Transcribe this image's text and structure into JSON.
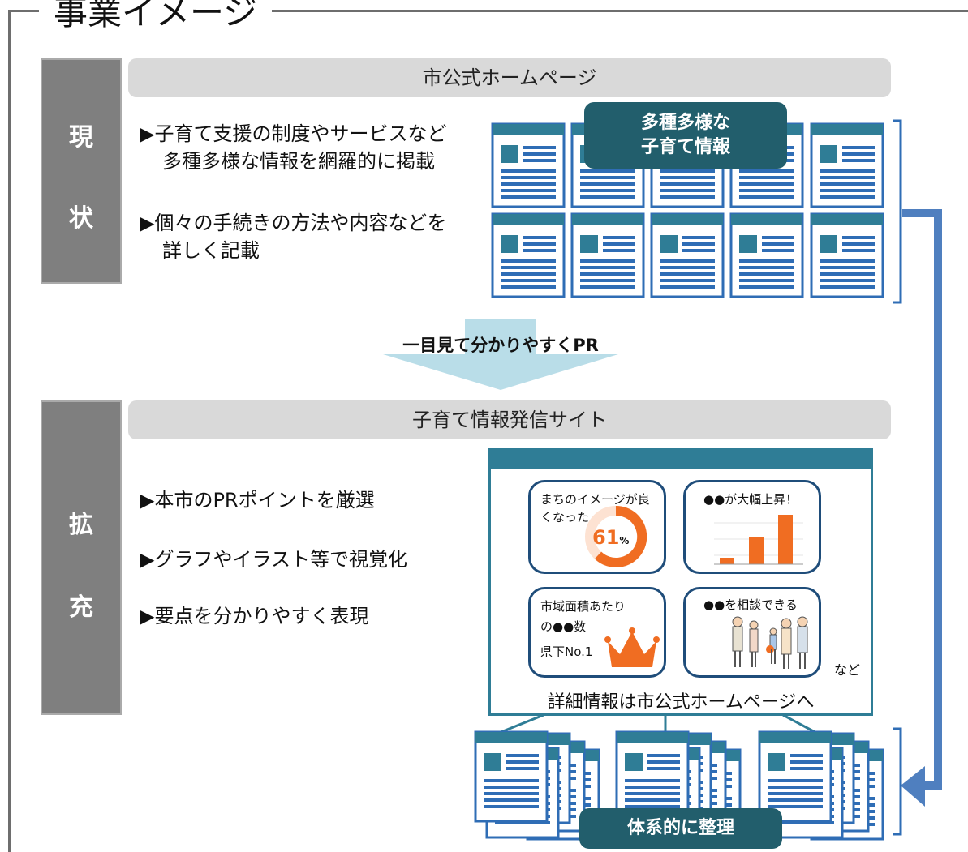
{
  "title": "事業イメージ",
  "current": {
    "side_label_1": "現",
    "side_label_2": "状",
    "header": "市公式ホームページ",
    "bullets": [
      {
        "line1": "▶子育て支援の制度やサービスなど",
        "line2": "多種多様な情報を網羅的に掲載"
      },
      {
        "line1": "▶個々の手続きの方法や内容などを",
        "line2": "詳しく記載"
      }
    ],
    "badge_line1": "多種多様な",
    "badge_line2": "子育て情報"
  },
  "arrow_label": "一目見て分かりやすくPR",
  "expansion": {
    "side_label_1": "拡",
    "side_label_2": "充",
    "header": "子育て情報発信サイト",
    "bullets": [
      "▶本市のPRポイントを厳選",
      "▶グラフやイラスト等で視覚化",
      "▶要点を分かりやすく表現"
    ],
    "cards": {
      "c1_line1": "まちのイメージが良",
      "c1_line2": "くなった",
      "c1_value": "61",
      "c1_unit": "%",
      "c2": "●●が大幅上昇！",
      "c3_line1": "市域面積あたり",
      "c3_line2": "の●●数",
      "c3_line3": "県下No.1",
      "c4": "●●を相談できる"
    },
    "etc": "など",
    "footer": "詳細情報は市公式ホームページへ",
    "organized_label": "体系的に整理"
  },
  "colors": {
    "teal": "#225e6c",
    "page_header": "#2f7d96",
    "page_body": "#2f6db5",
    "arrow_blue": "#4f7fbf",
    "light_arrow": "#b9dde8",
    "orange": "#f06d22"
  }
}
